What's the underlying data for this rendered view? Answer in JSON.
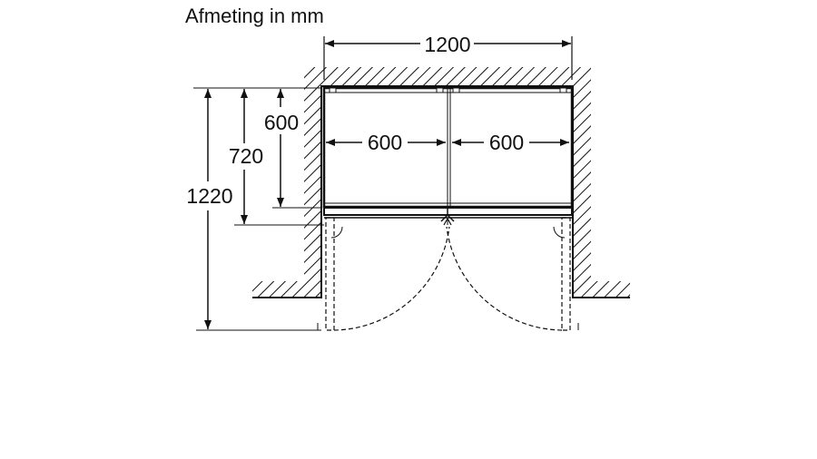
{
  "title": "Afmeting in mm",
  "dimensions": {
    "total_width": "1200",
    "left_width": "600",
    "right_width": "600",
    "depth_body": "600",
    "depth_with_door": "720",
    "depth_door_open": "1220"
  },
  "colors": {
    "line": "#111111",
    "background": "#ffffff"
  }
}
